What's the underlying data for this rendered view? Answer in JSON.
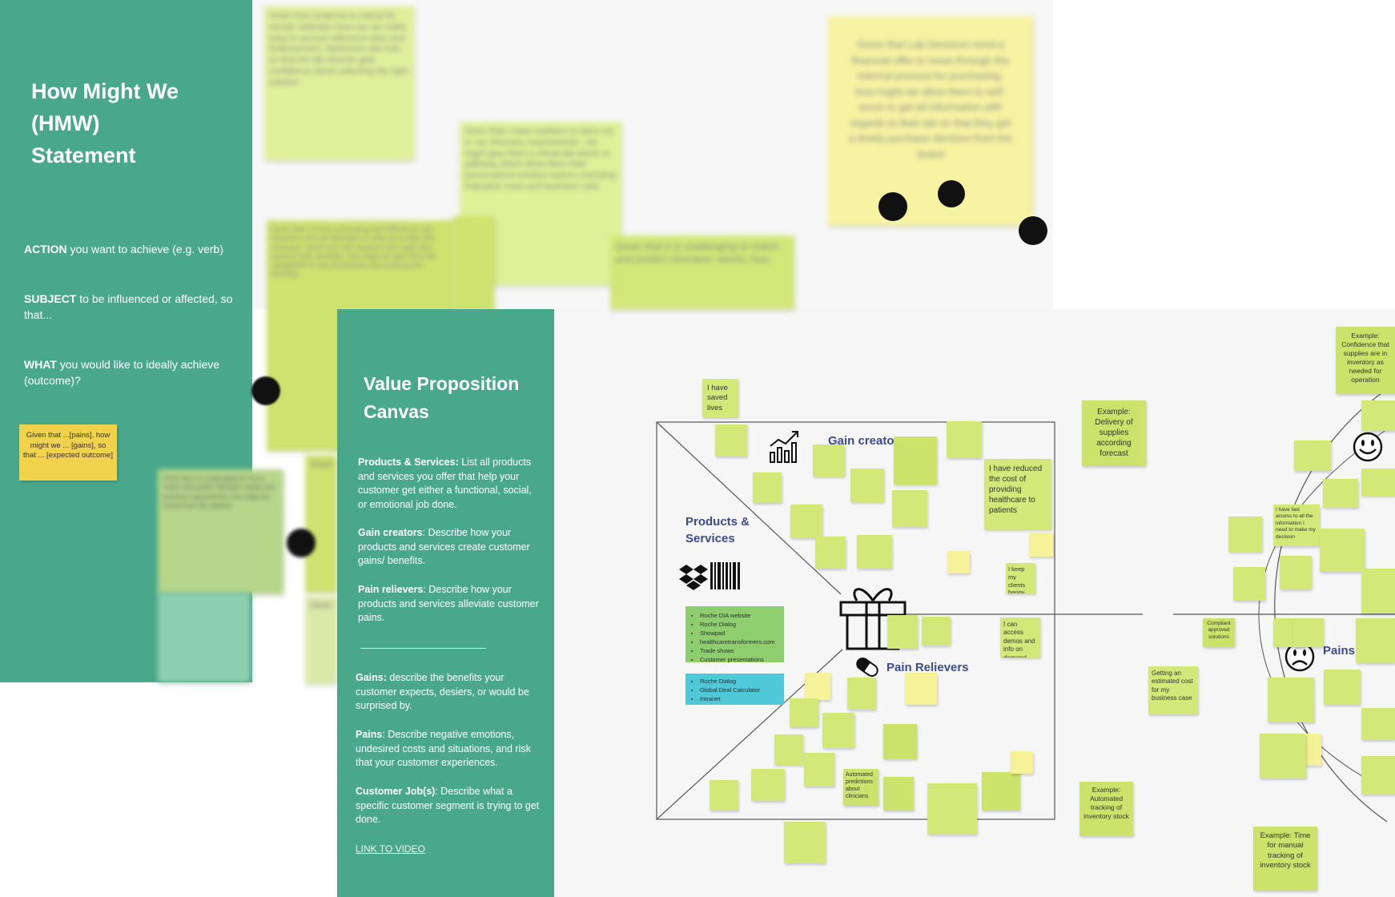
{
  "hmw_panel": {
    "title_lines": [
      "How Might We",
      "(HMW)",
      "Statement"
    ],
    "action_keyword": "ACTION",
    "action_text": " you want to achieve (e.g. verb)",
    "subject_keyword": "SUBJECT",
    "subject_text": " to be influenced or affected, so that...",
    "what_keyword": "WHAT",
    "what_text": " you would like to ideally achieve (outcome)?",
    "template_note": "Given that ...[pains], how might we ... [gains], so that ... [expected outcome]"
  },
  "blurred_notes": [
    "Given that evidence is critical for vendor selection how can we make easy to access reference sites and endorsement. Reference site hub, so that the lab director gets confidence about selecting the right solution",
    "Given that I have nowhere to store my or my clinicians requirements , we might give them a virtual lab which or pathway which show them their personalized solution options including indicative costs and business case",
    "Given that Lab Directors need a financial offer to move through the internal process for purchasing, how might we allow them to self-serve to get all information with regards to their lab so that they get a timely purchase decision from the board",
    "Given that it is challenging to match and predict clinicians' needs, how",
    "Given that it is time consuming and difficult for Lab Directors and Lab Managers to stay up to date with clinicians' needs and new solutions that might also improve their workflow, how might we give them the capabilities to stay proactively and ensuring the flexibility",
    "Given that it is challenging for me to match and predict clinicians' needs and business requirements, how might we ensure their lab capacity",
    "Given",
    "Given"
  ],
  "vpc_panel": {
    "title_lines": [
      "Value Proposition",
      "Canvas"
    ],
    "items": [
      {
        "keyword": "Products & Services:",
        "text": " List all products and services you offer that help your customer get either a functional, social, or emotional job done."
      },
      {
        "keyword": "Gain creators",
        "text": ": Describe how your products and services create customer gains/ benefits."
      },
      {
        "keyword": "Pain relievers",
        "text": ": Describe how your products and services alleviate customer pains."
      },
      {
        "keyword": "Gains:",
        "text": " describe the benefits your customer expects, desiers, or would be surprised by."
      },
      {
        "keyword": "Pains",
        "text": ": Describe negative emotions, undesired costs and situations, and risk that your customer experiences."
      },
      {
        "keyword": "Customer Job(s)",
        "text": ": Describe what a specific customer segment is trying to get done."
      }
    ],
    "link_text": "LINK TO VIDEO"
  },
  "canvas": {
    "gain_creators_label": "Gain creato",
    "products_label": "Products & Services",
    "pain_relievers_label": "Pain Relievers",
    "pains_label": "Pains",
    "products_list": [
      "Roche DIA website",
      "Roche Dialog",
      "Showpad",
      "healthcaretransformers.com",
      "Trade shows",
      "Customer presentations"
    ],
    "tools_list": [
      "Roche Dialog",
      "Global Deal Calculator",
      "Intranet"
    ],
    "notes": {
      "saved_lives": "I have saved lives",
      "reduced_cost": "I have reduced the cost of providing healthcare to patients",
      "keep_clients": "I keep my clients happy",
      "access_demos": "I can access demos and info on demand",
      "automated_predictions": "Automated predictions about clinicians",
      "compliant_solutions": "Compliant approved solutions",
      "estimated_cost": "Getting an estimated cost for my business case",
      "example_delivery": "Example: Delivery of supplies according forecast",
      "example_confidence": "Example: Confidence that supplies are in inventory as needed for operation",
      "example_automated": "Example: Automated tracking of inventory stock",
      "example_time": "Example: Time for manual tracking of inventory stock",
      "fast_access": "I have fast access to all the information I need to make my decision"
    }
  },
  "colors": {
    "panel_green": "#4aa88a",
    "lime": "#d4e87a",
    "yellow": "#f1d24b",
    "cyan": "#4fc9d8",
    "canvas_label": "#3c4b8c"
  }
}
